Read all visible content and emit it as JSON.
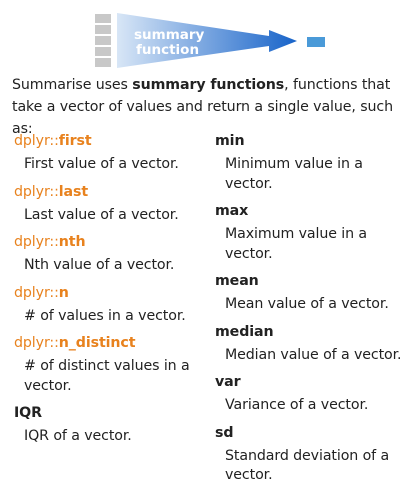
{
  "diagram": {
    "label_line1": "summary",
    "label_line2": "function",
    "colors": {
      "column_cells": "#c8c8c8",
      "arrow_start": "#d8e6f6",
      "arrow_end": "#1763c9",
      "output_cell": "#4a9ad8"
    }
  },
  "intro": {
    "text_before": "Summarise uses ",
    "bold": "summary functions",
    "text_after": ", functions that take a vector of values and return a single value, such as:"
  },
  "left_column": [
    {
      "pkg": "dplyr::",
      "name": "first",
      "description": "First value of a vector."
    },
    {
      "pkg": "dplyr::",
      "name": "last",
      "description": "Last value of a vector."
    },
    {
      "pkg": "dplyr::",
      "name": "nth",
      "description": "Nth value of a vector."
    },
    {
      "pkg": "dplyr::",
      "name": "n",
      "description": "# of values in a vector."
    },
    {
      "pkg": "dplyr::",
      "name": "n_distinct",
      "description": "# of distinct values in a vector."
    },
    {
      "pkg": "",
      "name": "IQR",
      "description": "IQR of a vector."
    }
  ],
  "right_column": [
    {
      "name": "min",
      "description": "Minimum value in a vector."
    },
    {
      "name": "max",
      "description": "Maximum value in a vector."
    },
    {
      "name": "mean",
      "description": "Mean value of a vector."
    },
    {
      "name": "median",
      "description": "Median value of a vector."
    },
    {
      "name": "var",
      "description": "Variance of a vector."
    },
    {
      "name": "sd",
      "description": "Standard deviation of a vector."
    }
  ]
}
